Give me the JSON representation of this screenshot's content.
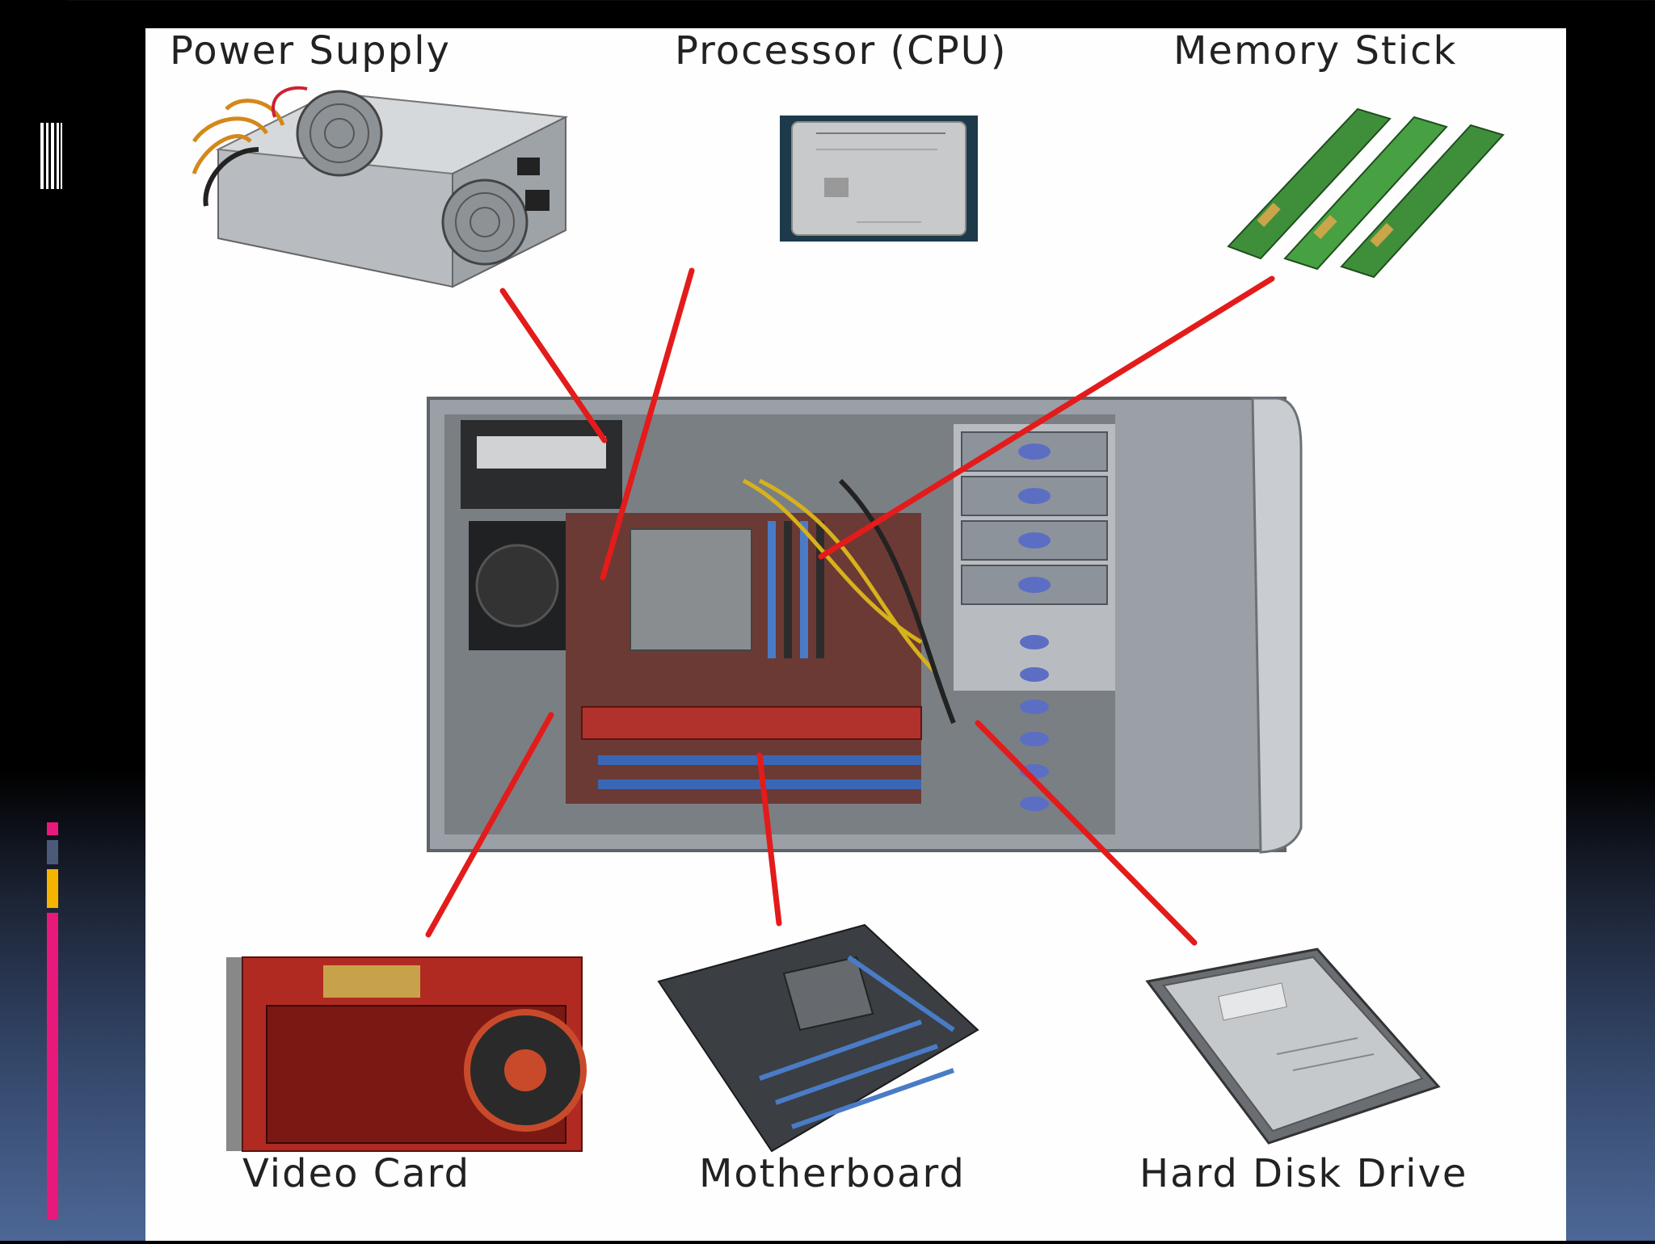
{
  "slide": {
    "labels": {
      "power_supply": "Power Supply",
      "processor": "Processor (CPU)",
      "memory": "Memory Stick",
      "video_card": "Video Card",
      "motherboard": "Motherboard",
      "hard_disk": "Hard Disk Drive"
    },
    "pointer_color": "#e31b1b"
  },
  "decor": {
    "accent_colors": [
      "#e8197a",
      "#4a5a78",
      "#f5b400",
      "#e8197a"
    ]
  }
}
